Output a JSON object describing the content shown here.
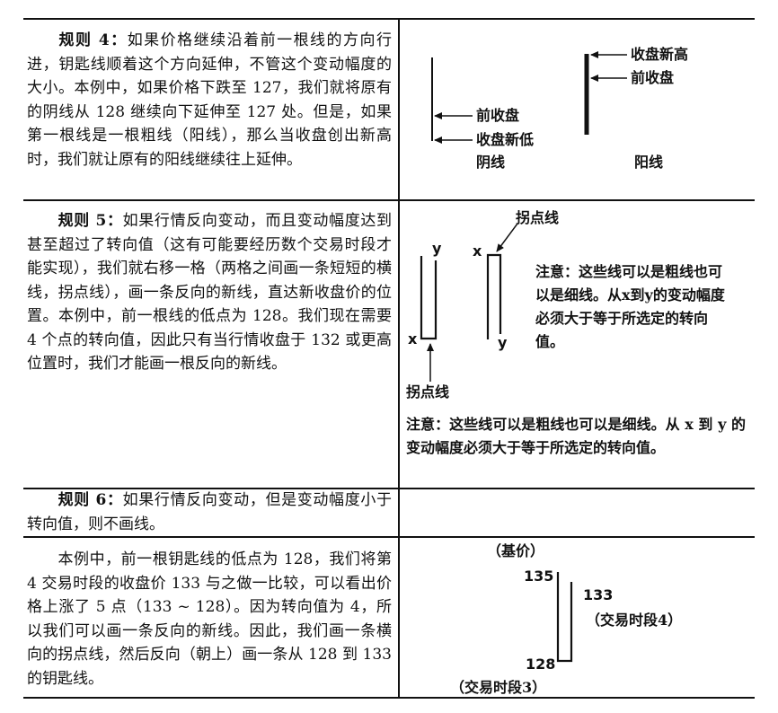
{
  "rows": [
    {
      "lead": "规则 4：",
      "text": "如果价格继续沿着前一根线的方向行进，钥匙线顺着这个方向延伸，不管这个变动幅度的大小。本例中，如果价格下跌至 127，我们就将原有的阴线从 128 继续向下延伸至 127 处。但是，如果第一根线是一根粗线（阳线），那么当收盘创出新高时，我们就让原有的阳线继续往上延伸。"
    },
    {
      "lead": "规则 5：",
      "text": "如果行情反向变动，而且变动幅度达到甚至超过了转向值（这有可能要经历数个交易时段才能实现），我们就右移一格（两格之间画一条短短的横线，拐点线），画一条反向的新线，直达新收盘价的位置。本例中，前一根线的低点为 128。我们现在需要 4 个点的转向值，因此只有当行情收盘于 132 或更高位置时，我们才能画一根反向的新线。"
    },
    {
      "lead": "规则 6：",
      "text": "如果行情反向变动，但是变动幅度小于转向值，则不画线。"
    },
    {
      "lead": "",
      "text": "本例中，前一根钥匙线的低点为 128，我们将第 4 交易时段的收盘价 133 与之做一比较，可以看出价格上涨了 5 点（133 ~ 128）。因为转向值为 4，所以我们可以画一条反向的新线。因此，我们画一条横向的拐点线，然后反向（朝上）画一条从 128 到 133 的钥匙线。"
    }
  ],
  "fig1": {
    "prev_close_left": "前收盘",
    "new_low_close": "收盘新低",
    "yin_line": "阴线",
    "new_high_close": "收盘新高",
    "prev_close_right": "前收盘",
    "yang_line": "阳线"
  },
  "fig2": {
    "turn_line_top": "拐点线",
    "turn_line_bottom": "拐点线",
    "y_left": "y",
    "x_left": "x",
    "x_right": "x",
    "y_right": "y",
    "note_side": "注意：这些线可以是粗线也可以是细线。从x到y的变动幅度必须大于等于所选定的转向值。",
    "note_bottom_lead": "注意：",
    "note_bottom_text": "这些线可以是粗线也可以是细线。从 x 到 y 的变动幅度必须大于等于所选定的转向值。"
  },
  "fig4": {
    "base_price": "（基价）",
    "v135": "135",
    "v133": "133",
    "period4": "（交易时段4）",
    "v128": "128",
    "period3": "（交易时段3）"
  }
}
